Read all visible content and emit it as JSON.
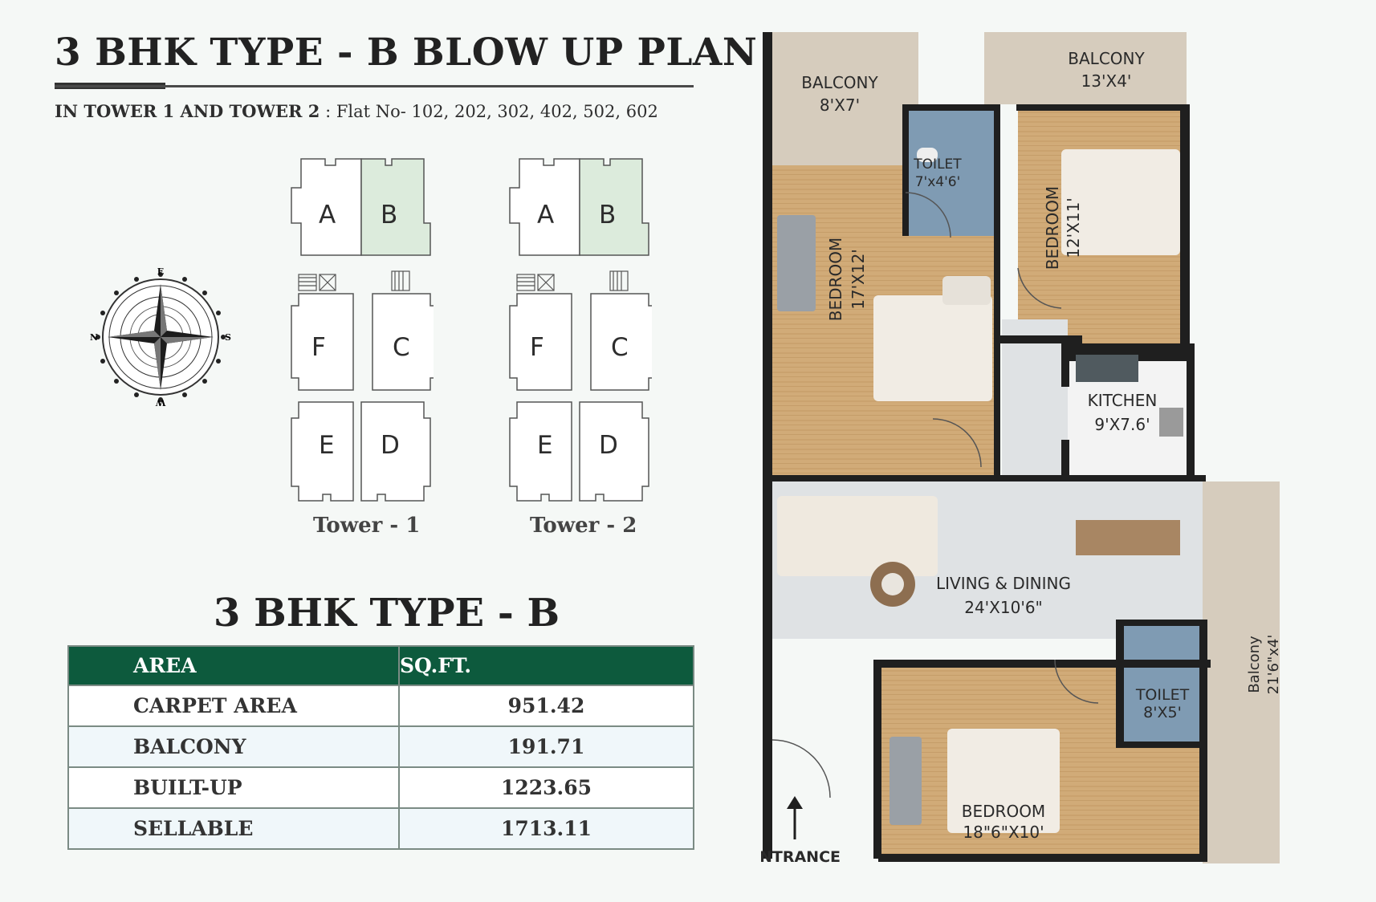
{
  "heading": {
    "title": "3 BHK TYPE - B BLOW UP PLAN",
    "subtitle_bold": "IN TOWER 1 AND TOWER 2",
    "subtitle_rest": " : Flat No- 102, 202, 302, 402, 502, 602"
  },
  "keyplans": {
    "units": [
      "A",
      "B",
      "F",
      "C",
      "E",
      "D"
    ],
    "highlighted_unit": "B",
    "highlight_color": "#dcebdc",
    "tower1_label": "Tower - 1",
    "tower2_label": "Tower - 2"
  },
  "compass": {
    "east": "E",
    "north": "N",
    "south": "S",
    "west": "W"
  },
  "area_table": {
    "title": "3 BHK TYPE - B",
    "header": {
      "area": "AREA",
      "sqft": "SQ.FT."
    },
    "rows": [
      {
        "area": "CARPET AREA",
        "sqft": "951.42"
      },
      {
        "area": "BALCONY",
        "sqft": "191.71"
      },
      {
        "area": "BUILT-UP",
        "sqft": "1223.65"
      },
      {
        "area": "SELLABLE",
        "sqft": "1713.11"
      }
    ],
    "header_color": "#0d5a3d"
  },
  "floor_plan": {
    "balcony1": {
      "name": "BALCONY",
      "size": "8'X7'"
    },
    "balcony2": {
      "name": "BALCONY",
      "size": "13'X4'"
    },
    "toilet1": {
      "name": "TOILET",
      "size": "7'x4'6'"
    },
    "bedroom1": {
      "name": "BEDROOM",
      "size": "17'X12'"
    },
    "bedroom2": {
      "name": "BEDROOM",
      "size": "12'X11'"
    },
    "kitchen": {
      "name": "KITCHEN",
      "size": "9'X7.6'"
    },
    "living": {
      "name": "LIVING & DINING",
      "size": "24'X10'6\""
    },
    "toilet2": {
      "name": "TOILET",
      "size": "8'X5'"
    },
    "balcony3": {
      "name": "Balcony",
      "size": "21'6\"x4'"
    },
    "bedroom3": {
      "name": "BEDROOM",
      "size": "18\"6\"X10'"
    },
    "entrance": "ENTRANCE"
  }
}
